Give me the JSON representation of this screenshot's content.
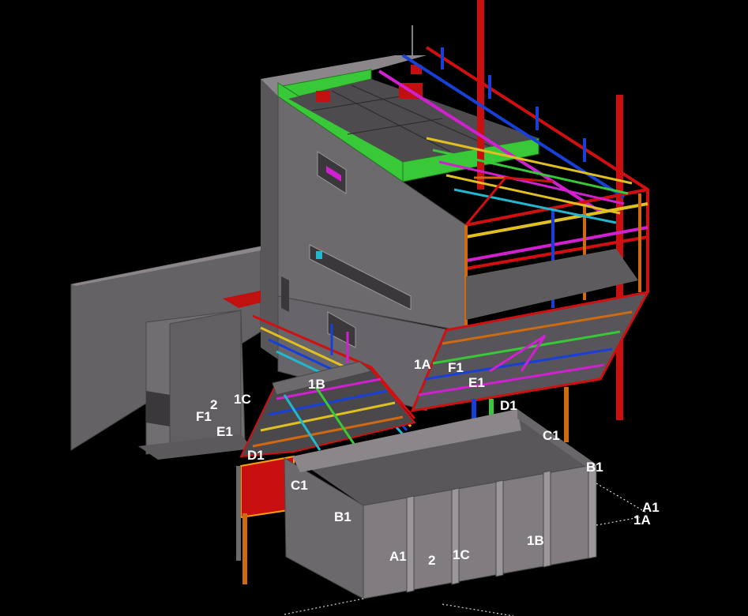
{
  "background": "#000000",
  "palette": {
    "wall": "#6d6a6e",
    "wall_light": "#807c80",
    "wall_dark": "#545153",
    "beam_red": "#d01010",
    "beam_blue": "#1840d8",
    "beam_green": "#20c020",
    "beam_magenta": "#d020d0",
    "beam_orange": "#d06a10",
    "beam_yellow": "#e0c020",
    "beam_cyan": "#20b8d0",
    "slab_green": "#38c838",
    "label": "#ffffff"
  },
  "grid_labels": [
    {
      "id": "upper-1a",
      "text": "1A"
    },
    {
      "id": "upper-f1",
      "text": "F1"
    },
    {
      "id": "upper-e1",
      "text": "E1"
    },
    {
      "id": "upper-d1",
      "text": "D1"
    },
    {
      "id": "upper-c1",
      "text": "C1"
    },
    {
      "id": "right-b1",
      "text": "B1"
    },
    {
      "id": "right-a1",
      "text": "A1"
    },
    {
      "id": "right-1a",
      "text": "1A"
    },
    {
      "id": "left-1b",
      "text": "1B"
    },
    {
      "id": "left-2",
      "text": "2"
    },
    {
      "id": "left-1c",
      "text": "1C"
    },
    {
      "id": "left-f1",
      "text": "F1"
    },
    {
      "id": "left-e1",
      "text": "E1"
    },
    {
      "id": "left-d1",
      "text": "D1"
    },
    {
      "id": "left-c1",
      "text": "C1"
    },
    {
      "id": "left-b1",
      "text": "B1"
    },
    {
      "id": "bottom-a1",
      "text": "A1"
    },
    {
      "id": "bottom-2",
      "text": "2"
    },
    {
      "id": "bottom-1c",
      "text": "1C"
    },
    {
      "id": "bottom-1b",
      "text": "1B"
    }
  ]
}
